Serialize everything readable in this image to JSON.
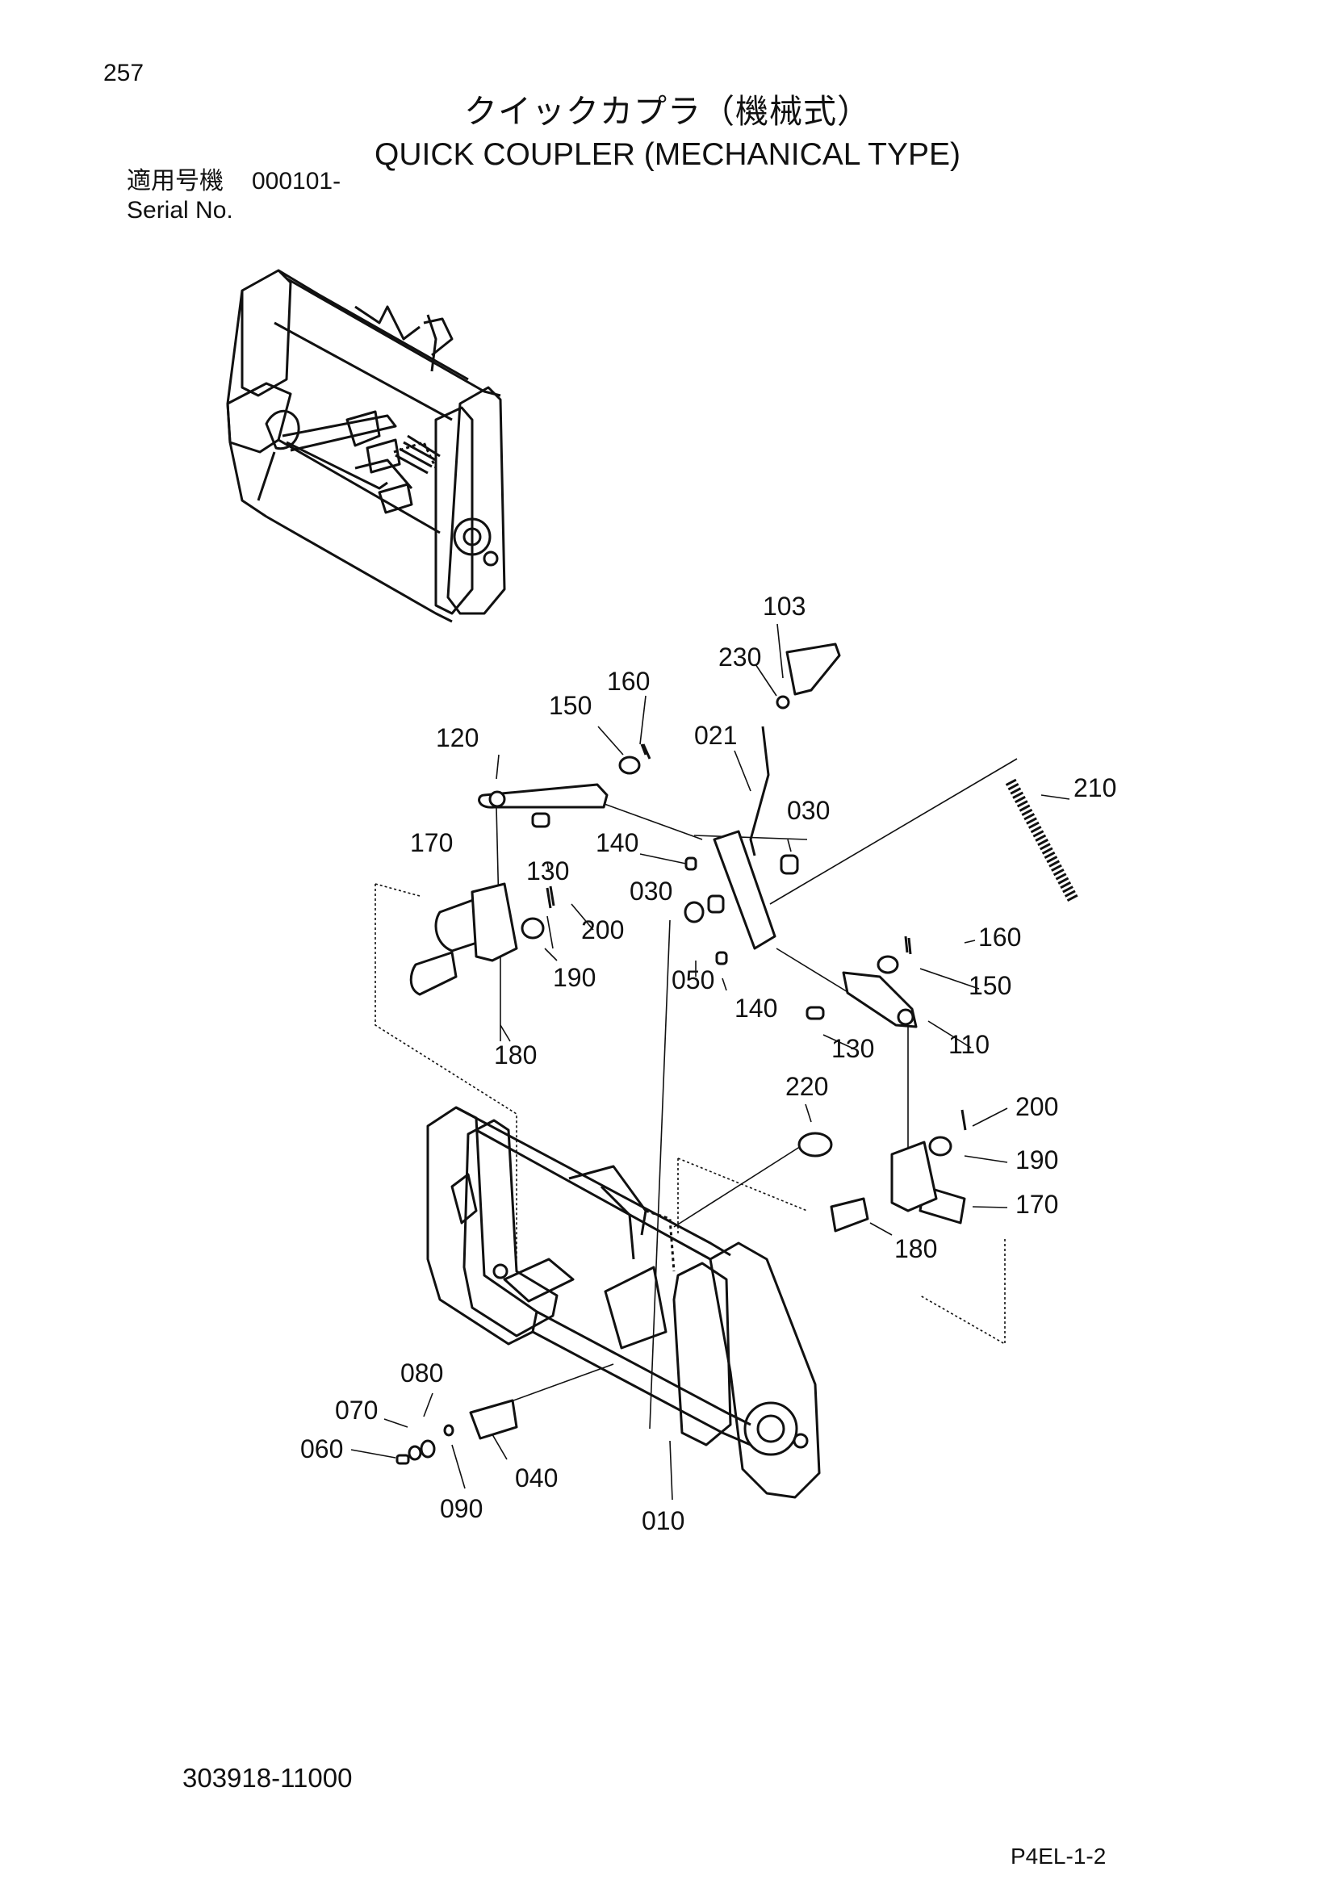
{
  "header": {
    "page_number": "257",
    "title_jp": "クイックカプラ（機械式）",
    "title_en": "QUICK COUPLER (MECHANICAL TYPE)",
    "serial_label_jp": "適用号機",
    "serial_range": "000101-",
    "serial_label_en": "Serial No."
  },
  "footer": {
    "drawing_number": "303918-11000",
    "page_code": "P4EL-1-2"
  },
  "callouts": {
    "c103": "103",
    "c230": "230",
    "c160a": "160",
    "c150a": "150",
    "c120": "120",
    "c021": "021",
    "c210": "210",
    "c030a": "030",
    "c140a": "140",
    "c170a": "170",
    "c130a": "130",
    "c030b": "030",
    "c200a": "200",
    "c190a": "190",
    "c050": "050",
    "c160b": "160",
    "c150b": "150",
    "c140b": "140",
    "c110": "110",
    "c130b": "130",
    "c180a": "180",
    "c220": "220",
    "c200b": "200",
    "c190b": "190",
    "c170b": "170",
    "c180b": "180",
    "c080": "080",
    "c070": "070",
    "c060": "060",
    "c040": "040",
    "c090": "090",
    "c010": "010"
  }
}
